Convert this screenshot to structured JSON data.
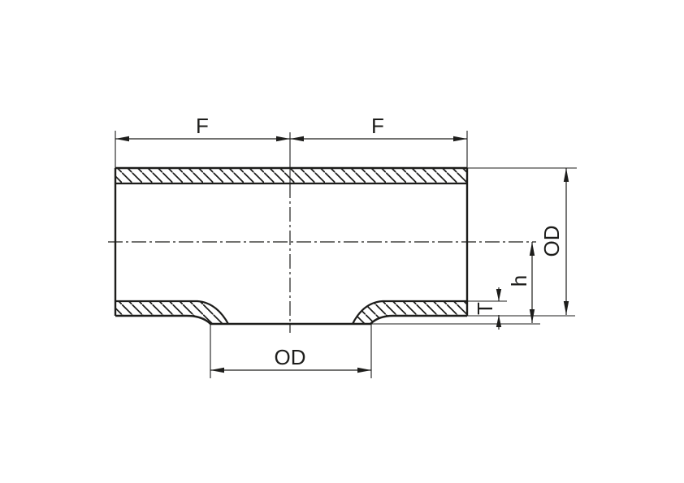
{
  "drawing": {
    "background_color": "#ffffff",
    "line_color": "#1d1d1b",
    "dimensions": {
      "face_to_center_left": "F",
      "face_to_center_right": "F",
      "run_outside_diameter": "OD",
      "center_to_outlet_height": "h",
      "wall_thickness": "T",
      "branch_outside_diameter": "OD"
    }
  }
}
